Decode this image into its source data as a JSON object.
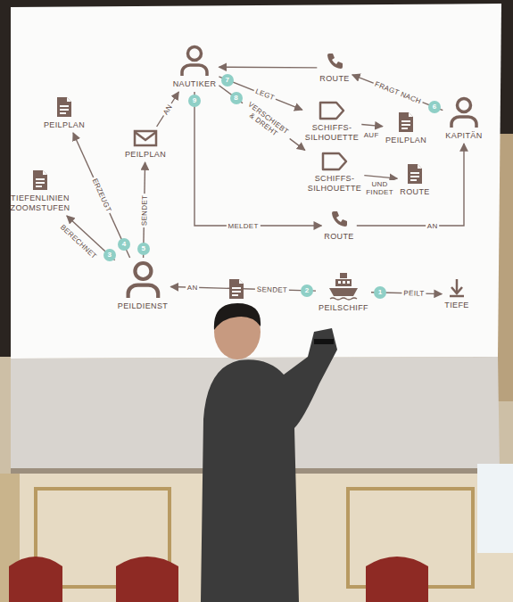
{
  "diagram": {
    "nodes": [
      {
        "text": [
          "NAUTIKER"
        ]
      },
      {
        "text": [
          "ROUTE"
        ]
      },
      {
        "text": [
          "KAPITÄN"
        ]
      },
      {
        "text": [
          "PEILPLAN"
        ]
      },
      {
        "text": [
          "PEILPLAN"
        ]
      },
      {
        "text": [
          "SCHIFFS- SILHOUETTE"
        ]
      },
      {
        "text": [
          "PEILPLAN"
        ]
      },
      {
        "text": [
          "SCHIFFS- SILHOUETTE"
        ]
      },
      {
        "text": [
          "ROUTE"
        ]
      },
      {
        "text": [
          "TIEFENLINIEN ZOOMSTUFEN"
        ]
      },
      {
        "text": [
          "ROUTE"
        ]
      },
      {
        "text": [
          "PEILDIENST"
        ]
      },
      {
        "text": [
          "PEILSCHIFF"
        ]
      },
      {
        "text": [
          "TIEFE"
        ]
      }
    ],
    "edges": [
      {
        "from": 12,
        "to": 13,
        "label": "PEILT",
        "arrow": "to"
      },
      {
        "from": 12,
        "to": 11,
        "label": "SENDET",
        "arrow": "to"
      },
      {
        "from": 11,
        "to": 9,
        "label": "BERECHNET",
        "arrow": "to"
      },
      {
        "from": 11,
        "to": 3,
        "label": "ERZEUGT",
        "arrow": "to"
      },
      {
        "from": 11,
        "to": 4,
        "label": "SENDET",
        "arrow": "to"
      },
      {
        "from": 4,
        "to": 0,
        "label": "AN",
        "arrow": "to"
      },
      {
        "from": 2,
        "to": 1,
        "label": "FRAGT NACH",
        "arrow": "to"
      },
      {
        "from": 1,
        "to": 0,
        "arrow": "to"
      },
      {
        "from": 0,
        "to": 5,
        "label": "LEGT",
        "arrow": "to"
      },
      {
        "from": 5,
        "to": 6,
        "label": "AUF",
        "arrow": "to"
      },
      {
        "from": 0,
        "to": 7,
        "label": "VERSCHIEBT & DREHT",
        "arrow": "to"
      },
      {
        "from": 7,
        "to": 8,
        "label": "UND FINDET",
        "arrow": "to"
      },
      {
        "from": 0,
        "to": 10,
        "label": "MELDET",
        "arrow": "to"
      },
      {
        "from": 10,
        "to": 2,
        "label": "AN",
        "arrow": "to"
      }
    ],
    "labels": [
      "1",
      "2",
      "3",
      "4",
      "5",
      "6",
      "7",
      "8",
      "9",
      "AN"
    ]
  }
}
